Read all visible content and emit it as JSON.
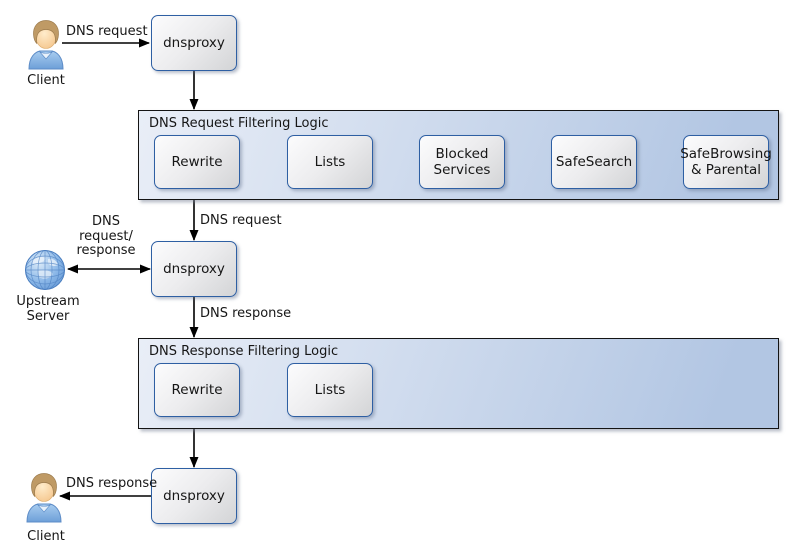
{
  "colors": {
    "box_border": "#2e5fa3",
    "box_fill_light": "#fcfcfd",
    "box_fill_dark": "#d3d4d6",
    "container_fill_light": "#e9eef7",
    "container_fill_dark": "#b2c6e3",
    "container_border": "#141414",
    "arrow": "#000000",
    "text": "#161616"
  },
  "nodes": {
    "proxy_top": "dnsproxy",
    "proxy_middle": "dnsproxy",
    "proxy_bottom": "dnsproxy"
  },
  "actors": {
    "client_top": "Client",
    "client_bottom": "Client",
    "upstream_lines": [
      "Upstream",
      "Server"
    ]
  },
  "groups": {
    "request": {
      "title": "DNS Request Filtering Logic",
      "steps": [
        "Rewrite",
        "Lists",
        "Blocked Services",
        "SafeSearch",
        "SafeBrowsing & Parental"
      ]
    },
    "response": {
      "title": "DNS Response Filtering Logic",
      "steps": [
        "Rewrite",
        "Lists"
      ]
    }
  },
  "edge_labels": {
    "client_to_proxy": "DNS request",
    "request_into_proxy": "DNS request",
    "upstream_lines": [
      "DNS",
      "request/",
      "response"
    ],
    "response_from_proxy": "DNS response",
    "proxy_to_client": "DNS response"
  },
  "icons": {
    "client_top": "person-icon",
    "upstream": "globe-icon",
    "client_bottom": "person-icon"
  }
}
